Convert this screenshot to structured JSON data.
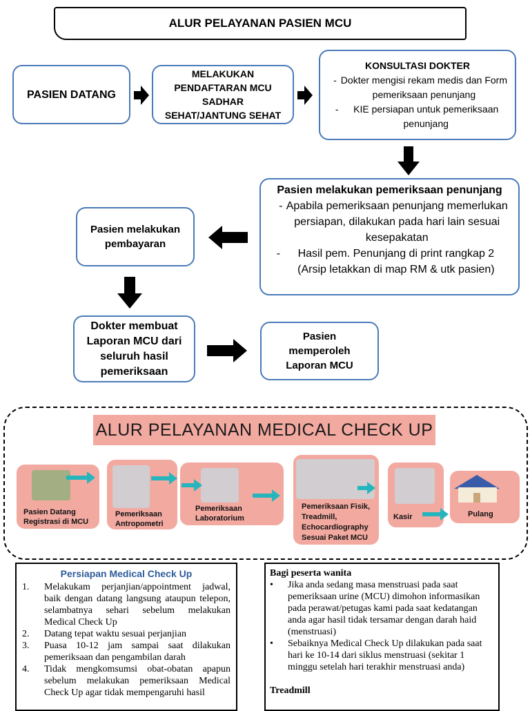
{
  "header": {
    "title": "ALUR PELAYANAN PASIEN MCU"
  },
  "flow": {
    "step1": "PASIEN DATANG",
    "step2": [
      "MELAKUKAN",
      "PENDAFTARAN  MCU",
      "SADHAR",
      "SEHAT/JANTUNG SEHAT"
    ],
    "step3": {
      "title": "KONSULTASI DOKTER",
      "items": [
        "Dokter mengisi rekam medis dan Form pemeriksaan penunjang",
        "KIE persiapan untuk pemeriksaan penunjang"
      ]
    },
    "step4": {
      "title": "Pasien melakukan pemeriksaan penunjang",
      "items": [
        "Apabila pemeriksaan penunjang memerlukan persiapan, dilakukan pada hari lain sesuai kesepakatan",
        "Hasil pem. Penunjang di print rangkap 2 (Arsip letakkan di map RM & utk pasien)"
      ]
    },
    "step5": "Pasien melakukan pembayaran",
    "step6": "Dokter membuat Laporan MCU dari seluruh hasil pemeriksaan",
    "step7": "Pasien memperoleh Laporan MCU"
  },
  "infographic": {
    "title": "ALUR PELAYANAN MEDICAL CHECK UP",
    "accent": "#f2a9a0",
    "arrow_color": "#27b5bd",
    "steps": [
      {
        "label": "Pasien Datang Registrasi di MCU",
        "icon": "registration-desk-icon"
      },
      {
        "label": "Pemeriksaan Antropometri",
        "icon": "doctor-patient-icon"
      },
      {
        "label": "Pemeriksaan Laboratorium",
        "icon": "laboratory-icon"
      },
      {
        "label": "Pemeriksaan Fisik, Treadmill, Echocardiography Sesuai Paket MCU",
        "icon": "treadmill-icon"
      },
      {
        "label": "Kasir",
        "icon": "cashier-icon"
      },
      {
        "label": "Pulang",
        "icon": "house-icon"
      }
    ]
  },
  "persiapan": {
    "title": "Persiapan Medical Check Up",
    "items": [
      {
        "n": "1.",
        "text": "Melakukam perjanjian/appointment jadwal, baik dengan datang langsung ataupun telepon, selambatnya sehari sebelum melakukan Medical Check Up"
      },
      {
        "n": "2.",
        "text": "Datang tepat waktu sesuai perjanjian"
      },
      {
        "n": "3.",
        "text": "Puasa 10-12 jam sampai saat dilakukan pemeriksaan dan pengambilan darah"
      },
      {
        "n": "4.",
        "text": "Tidak mengkomsumsi obat-obatan apapun sebelum melakukan pemeriksaan Medical Check Up agar tidak mempengaruhi hasil"
      }
    ]
  },
  "wanita": {
    "title": "Bagi peserta wanita",
    "items": [
      "Jika anda sedang masa menstruasi pada saat pemeriksaan urine (MCU) dimohon informasikan pada perawat/petugas kami pada saat kedatangan anda agar hasil tidak tersamar dengan darah haid (menstruasi)",
      "Sebaiknya Medical Check Up dilakukan pada saat hari ke 10-14 dari siklus menstruasi (sekitar 1 minggu setelah hari terakhir menstruasi anda)"
    ],
    "treadmill_title": "Treadmill"
  }
}
